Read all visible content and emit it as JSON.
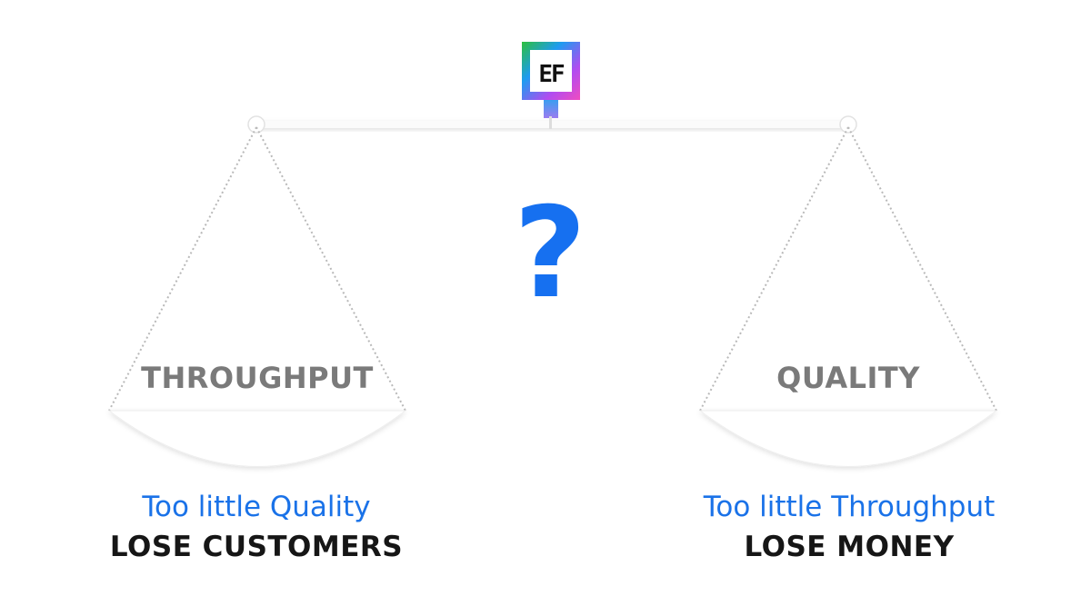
{
  "logo": {
    "text": "EF"
  },
  "question_mark": "?",
  "left_pan": {
    "label": "THROUGHPUT",
    "caption_line1": "Too little Quality",
    "caption_line2": "LOSE CUSTOMERS"
  },
  "right_pan": {
    "label": "QUALITY",
    "caption_line1": "Too little Throughput",
    "caption_line2": "LOSE MONEY"
  },
  "colors": {
    "accent_blue": "#1a72e8",
    "label_gray": "#7a7a7a",
    "text_dark": "#161616"
  }
}
